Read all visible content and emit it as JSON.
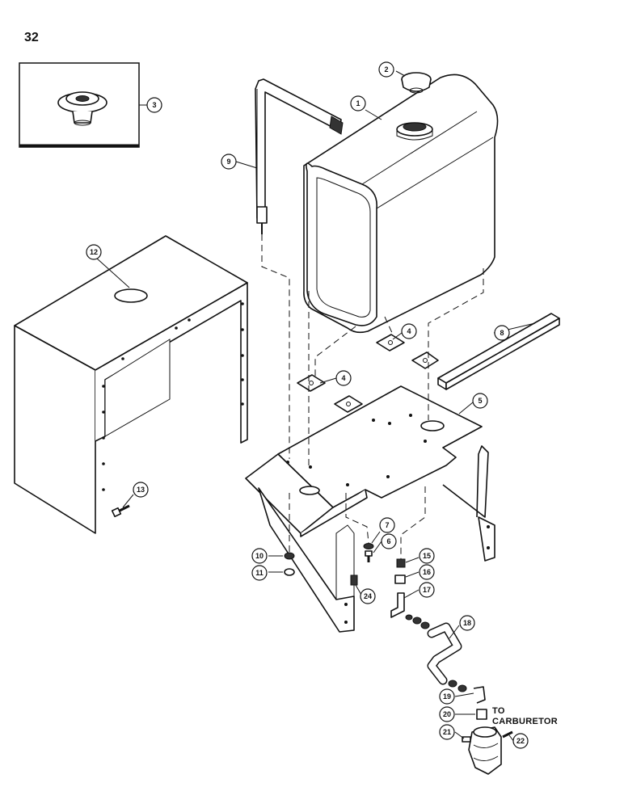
{
  "page": {
    "number": "32"
  },
  "note": {
    "line1": "TO",
    "line2": "CARBURETOR"
  },
  "callouts": [
    "1",
    "2",
    "3",
    "4",
    "4",
    "5",
    "6",
    "7",
    "8",
    "9",
    "10",
    "11",
    "12",
    "13",
    "15",
    "16",
    "17",
    "18",
    "19",
    "20",
    "21",
    "22",
    "24"
  ]
}
